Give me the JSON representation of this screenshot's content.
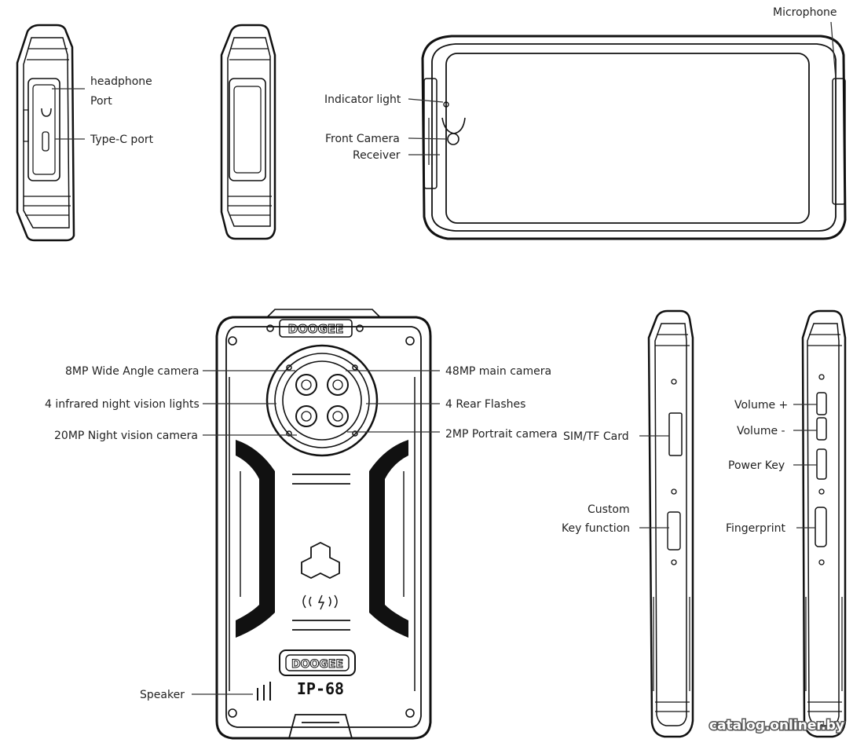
{
  "labels": {
    "headphone": "headphone",
    "port": "Port",
    "typec": "Type-C port",
    "microphone": "Microphone",
    "indicator": "Indicator light",
    "front_camera": "Front Camera",
    "receiver": "Receiver",
    "wide_angle": "8MP Wide Angle camera",
    "infrared": "4 infrared night vision lights",
    "night_vision": "20MP Night vision camera",
    "main_camera": "48MP main camera",
    "rear_flashes": "4 Rear Flashes",
    "portrait": "2MP Portrait camera",
    "speaker": "Speaker",
    "sim": "SIM/TF Card",
    "custom1": "Custom",
    "custom2": "Key function",
    "vol_up": "Volume +",
    "vol_down": "Volume -",
    "power": "Power Key",
    "fingerprint": "Fingerprint"
  },
  "back": {
    "brand": "DOOGEE",
    "rating": "IP-68"
  },
  "watermark": "catalog.onliner.by"
}
